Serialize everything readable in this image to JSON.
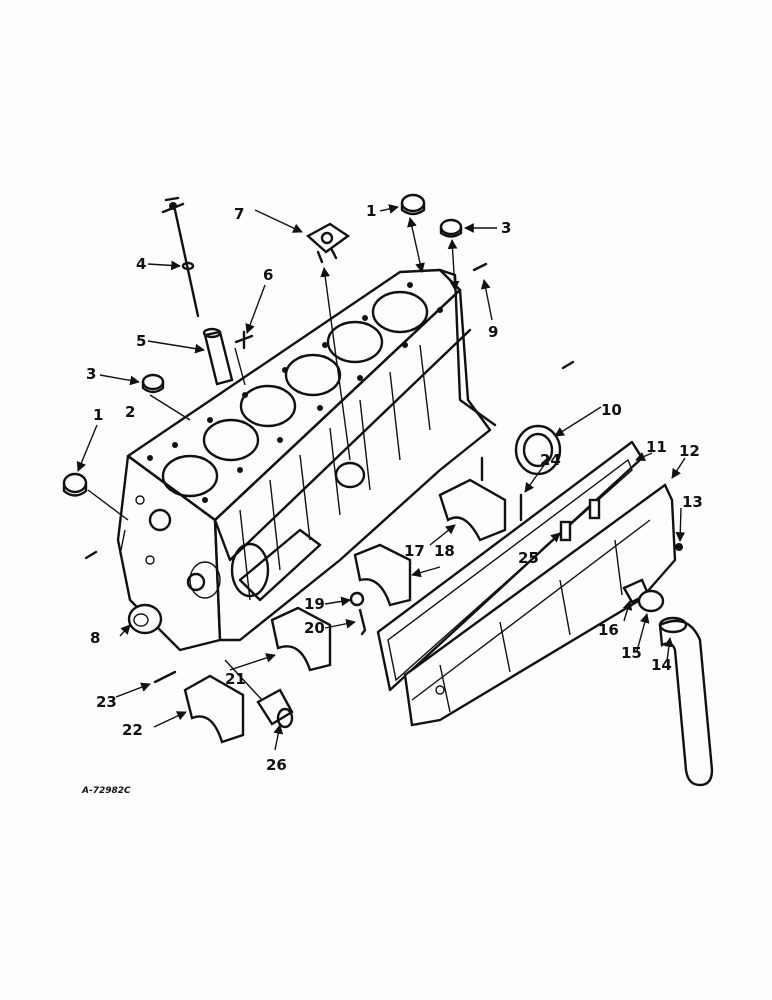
{
  "diagram": {
    "reference_code": "A-72982C",
    "callouts": {
      "c1a": "1",
      "c1b": "1",
      "c2": "2",
      "c3a": "3",
      "c3b": "3",
      "c4": "4",
      "c5": "5",
      "c6": "6",
      "c7": "7",
      "c8": "8",
      "c9": "9",
      "c10": "10",
      "c11": "11",
      "c12": "12",
      "c13": "13",
      "c14": "14",
      "c15": "15",
      "c16": "16",
      "c17": "17",
      "c18": "18",
      "c19": "19",
      "c20": "20",
      "c21": "21",
      "c22": "22",
      "c23": "23",
      "c24": "24",
      "c25": "25",
      "c26": "26"
    }
  }
}
